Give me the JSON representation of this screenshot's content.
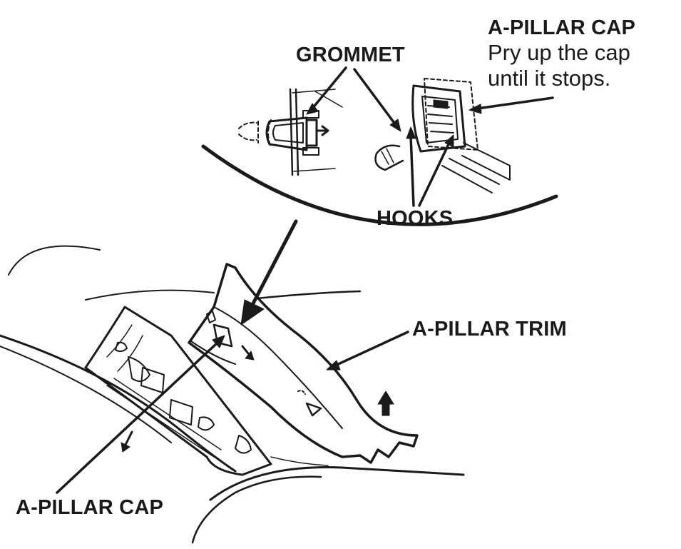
{
  "labels": {
    "grommet": "GROMMET",
    "cap_detail_title": "A-PILLAR CAP",
    "cap_detail_note_line1": "Pry up the cap",
    "cap_detail_note_line2": "until it stops.",
    "hooks": "HOOKS",
    "pillar_trim": "A-PILLAR TRIM",
    "pillar_cap": "A-PILLAR CAP"
  },
  "colors": {
    "ink": "#1a1a1a",
    "background": "#ffffff"
  }
}
